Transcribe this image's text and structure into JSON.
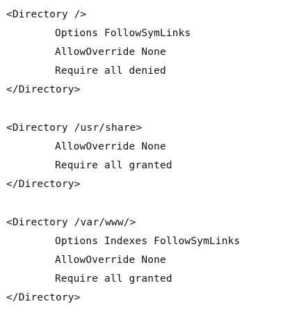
{
  "code": {
    "lines": [
      "<Directory />",
      "Options FollowSymLinks",
      "AllowOverride None",
      "Require all denied",
      "</Directory>",
      "<Directory /usr/share>",
      "AllowOverride None",
      "Require all granted",
      "</Directory>",
      "<Directory /var/www/>",
      "Options Indexes FollowSymLinks",
      "AllowOverride None",
      "Require all granted",
      "</Directory>"
    ]
  }
}
